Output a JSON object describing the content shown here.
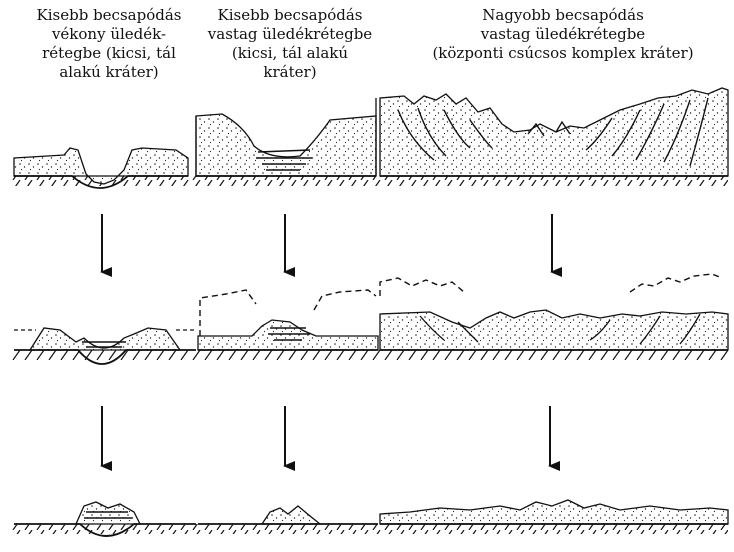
{
  "columns": [
    {
      "id": "small-thin",
      "label_lines": [
        "Kisebb becsapódás",
        "vékony üledék-",
        "rétegbe (kicsi, tál",
        "alakú kráter)"
      ]
    },
    {
      "id": "small-thick",
      "label_lines": [
        "Kisebb becsapódás",
        "vastag üledékrétegbe",
        "(kicsi, tál alakú",
        "kráter)"
      ]
    },
    {
      "id": "large-thick",
      "label_lines": [
        "Nagyobb becsapódás",
        "vastag üledékrétegbe",
        "(központi csúcsos komplex kráter)"
      ]
    }
  ],
  "stages": [
    "initial",
    "eroded",
    "buried"
  ],
  "colors": {
    "ink": "#111111",
    "background": "#ffffff"
  }
}
